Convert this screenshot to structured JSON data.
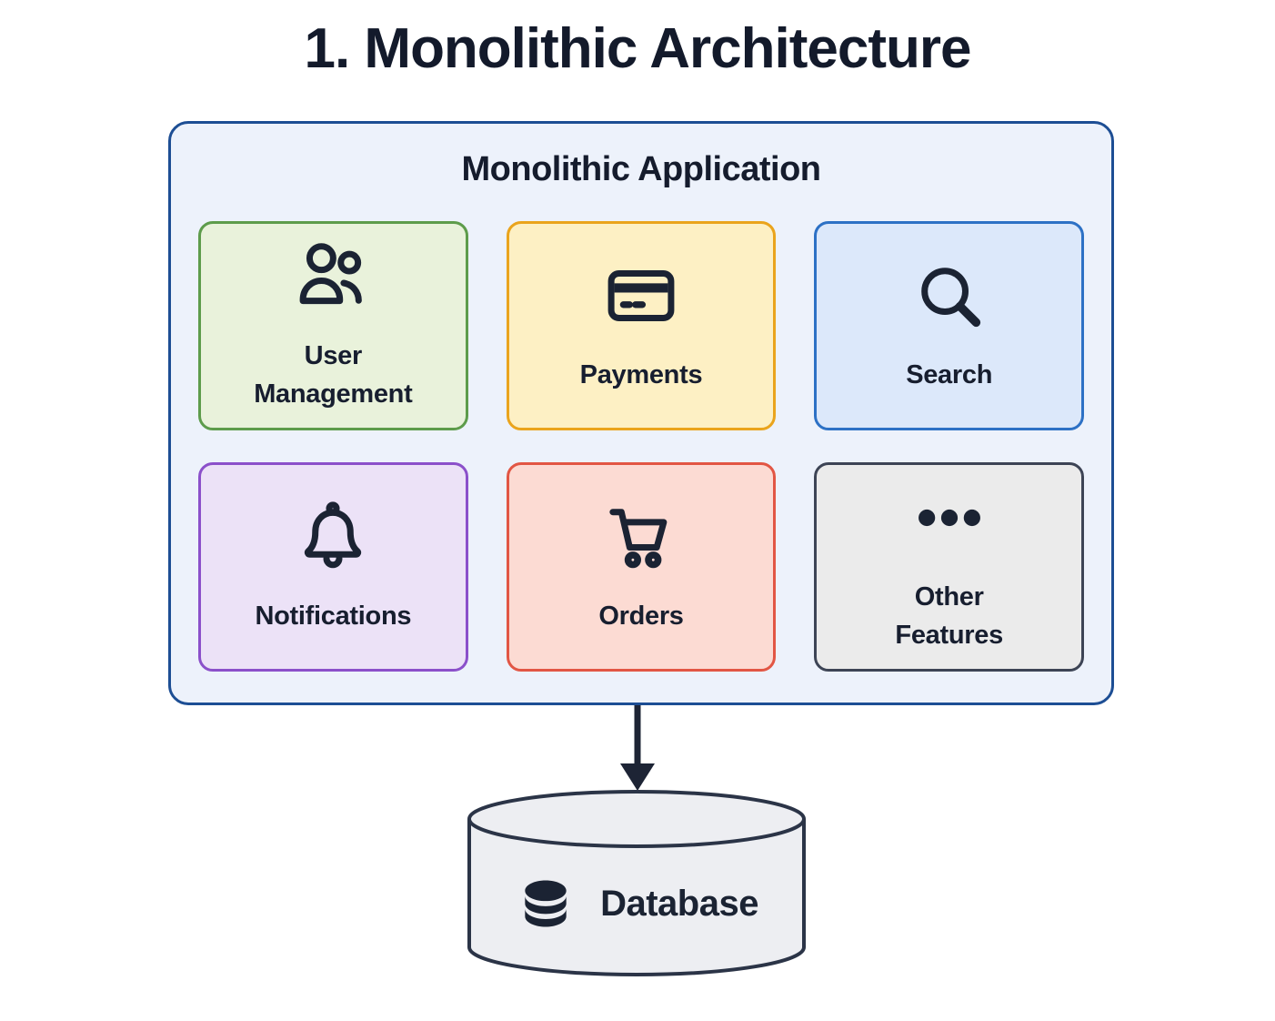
{
  "title": "1. Monolithic Architecture",
  "panel": {
    "header": "Monolithic Application",
    "bg": "#edf2fb",
    "border": "#1d4e94",
    "modules": [
      {
        "label": "User Management",
        "icon": "users-icon",
        "bg": "#e9f2db",
        "border": "#5d9c4b"
      },
      {
        "label": "Payments",
        "icon": "credit-card-icon",
        "bg": "#fdf0c4",
        "border": "#eaa41c"
      },
      {
        "label": "Search",
        "icon": "search-icon",
        "bg": "#dce8fa",
        "border": "#2d71c5"
      },
      {
        "label": "Notifications",
        "icon": "bell-icon",
        "bg": "#ece2f7",
        "border": "#8b50ca"
      },
      {
        "label": "Orders",
        "icon": "cart-icon",
        "bg": "#fcdbd3",
        "border": "#e25644"
      },
      {
        "label": "Other Features",
        "icon": "ellipsis-icon",
        "bg": "#ebebeb",
        "border": "#3d4455"
      }
    ]
  },
  "database": {
    "label": "Database",
    "icon": "database-icon",
    "bg": "#edeef2",
    "border": "#2b3447"
  },
  "colors": {
    "ink": "#1b2333",
    "page_bg": "#ffffff",
    "arrow": "#1d2435"
  }
}
